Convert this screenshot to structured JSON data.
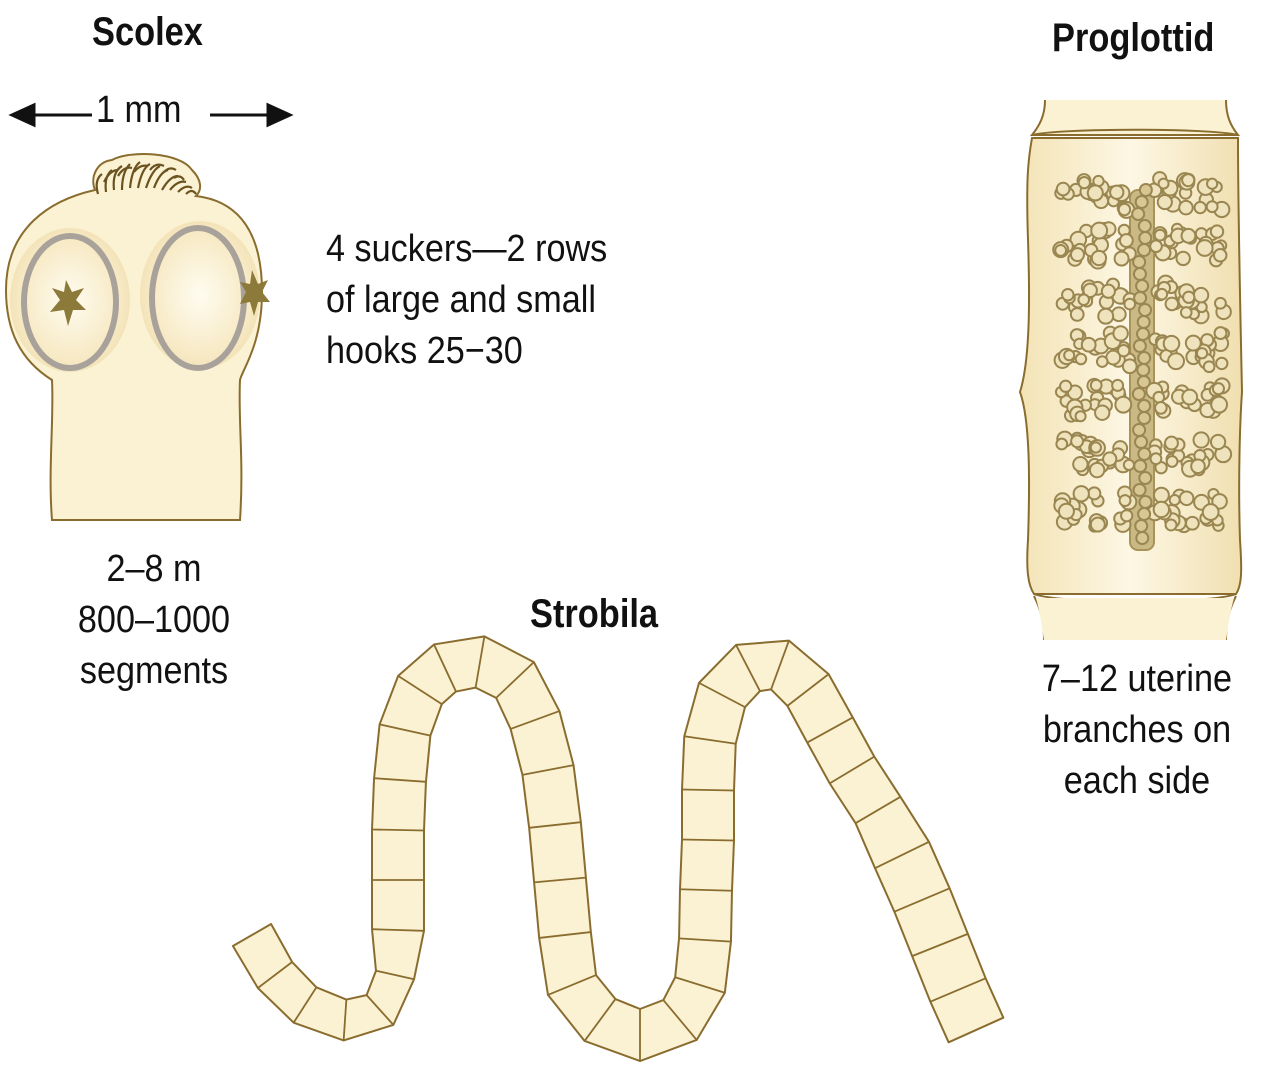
{
  "scolex": {
    "title": "Scolex",
    "scale_label": "1 mm",
    "hooks_text": [
      "4 suckers—2 rows",
      "of large and small",
      "hooks 25−30"
    ],
    "length_text": [
      "2–8 m",
      "800–1000",
      "segments"
    ]
  },
  "proglottid": {
    "title": "Proglottid",
    "uterine_text": [
      "7–12 uterine",
      "branches on",
      "each side"
    ]
  },
  "strobila": {
    "title": "Strobila"
  },
  "colors": {
    "outline": "#8a6d2e",
    "fill": "#fbf2d4",
    "shade": "#f1e0b0",
    "branch": "#a89358"
  }
}
